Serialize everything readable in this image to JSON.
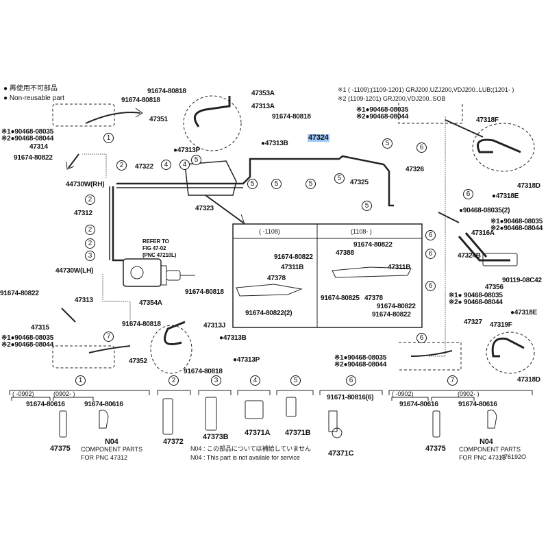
{
  "legend": {
    "jp": "● 再使用不可部品",
    "en": "● Non-reusable part"
  },
  "notes": {
    "n1": "※1 (      -1109);(1109-1201) GRJ200,UZJ200,VDJ200..LUB;(1201-      )",
    "n2": "※2 (1109-1201) GRJ200,VDJ200..SOB"
  },
  "labels": {
    "p91674_80818_a": "91674-80818",
    "p47353A": "47353A",
    "p91674_80818_b": "91674-80818",
    "p47313A": "47313A",
    "p91674_80818_c": "91674-80818",
    "p47351": "47351",
    "p47314": "47314",
    "p47313B_top": "●47313B",
    "p91674_80822_a": "91674-80822",
    "p47313P_top": "●47313P",
    "p47324": "47324",
    "p47322": "47322",
    "p47323": "47323",
    "p44730W_RH": "44730W(RH)",
    "p47312": "47312",
    "refer1": "REFER TO",
    "refer2": "FIG 47-02",
    "refer3": "(PNC 47210L)",
    "p44730W_LH": "44730W(LH)",
    "p91674_80822_b": "91674-80822",
    "p47313": "47313",
    "p47354A": "47354A",
    "p91674_80818_d": "91674-80818",
    "p91674_80818_e": "91674-80818",
    "p47313J": "47313J",
    "p47315": "47315",
    "p47313B_bot": "●47313B",
    "p47352": "47352",
    "p47313P_bot": "●47313P",
    "p91674_80818_f": "91674-80818",
    "p47318F": "47318F",
    "p47326": "47326",
    "p47325": "47325",
    "p47318D_top": "47318D",
    "p47318E_top": "●47318E",
    "p90468_08035_2": "●90468-08035(2)",
    "p47316A": "47316A",
    "p47324B": "47324B",
    "p90119_08C42": "90119-08C42",
    "p47356": "47356",
    "p47327": "47327",
    "p47318E_bot": "●47318E",
    "p47319F": "47319F",
    "p47318D_bot": "47318D"
  },
  "clip_refs": {
    "a1": "※1●90468-08035",
    "a2": "※2●90468-08044",
    "b1": "※1●90468-08035",
    "b2": "※2●90468-08044",
    "c1": "※1●90468-08035",
    "c2": "※2●90468-08044",
    "d1": "※1●90468-08035",
    "d2": "※2●90468-08044",
    "e1": "※1● 90468-08035",
    "e2": "※2● 90468-08044",
    "f1": "※1●90468-08035",
    "f2": "※2●90468-08044"
  },
  "inset": {
    "left_header": "(      -1108)",
    "right_header": "(1108-       )",
    "left": [
      "91674-80822",
      "47311B",
      "47378",
      "91674-80822(2)"
    ],
    "right": [
      "91674-80822",
      "47388",
      "47311B",
      "91674-80825",
      "47378",
      "91674-80822",
      "91674-80822"
    ]
  },
  "callouts": {
    "c1": "1",
    "c2": "2",
    "c3": "3",
    "c4": "4",
    "c5": "5",
    "c6": "6",
    "c7": "7"
  },
  "bottom": {
    "s1_early": "(     -0902)",
    "s1_late": "(0902-      )",
    "s1_bolt_a": "91674-80616",
    "s1_bolt_b": "91674-80616",
    "s1_part": "47375",
    "s1_n04": "N04",
    "s1_comp1": "COMPONENT PARTS",
    "s1_comp2": "FOR PNC 47312",
    "s2_part": "47372",
    "s3_part": "47373B",
    "s4_part": "47371A",
    "s5_part": "47371B",
    "n04_jp": "N04 : この部品については補給していません",
    "n04_en": "N04 :  This part is not availale for service",
    "s6_bolt": "91671-80816(6)",
    "s6_part": "47371C",
    "s7_early": "(     -0902)",
    "s7_late": "(0902-      )",
    "s7_bolt_a": "91674-80616",
    "s7_bolt_b": "91674-80616",
    "s7_part": "47375",
    "s7_n04": "N04",
    "s7_comp1": "COMPONENT PARTS",
    "s7_comp2": "FOR PNC 47313",
    "fig_id": "476192O"
  }
}
